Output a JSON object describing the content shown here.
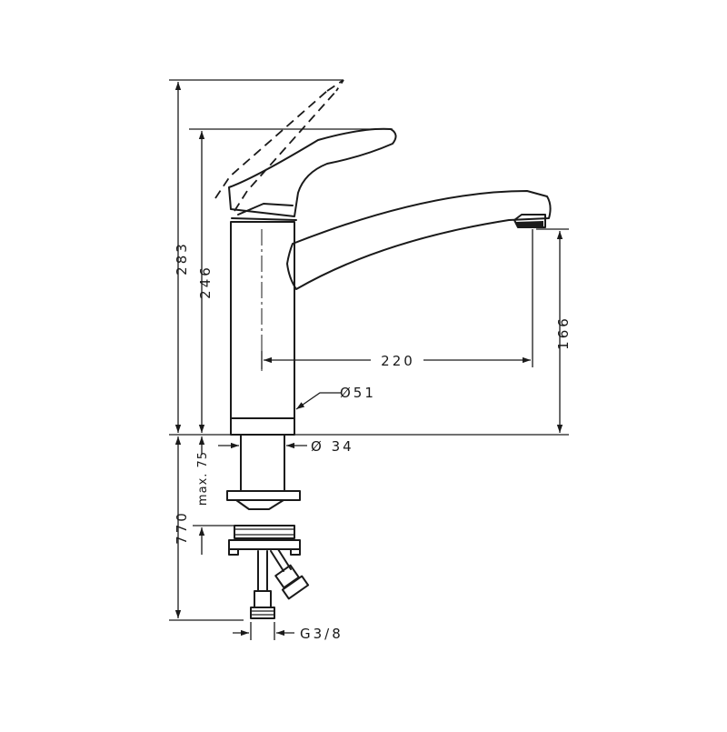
{
  "dimensions": {
    "total_height": "283",
    "body_height": "246",
    "spout_reach": "220",
    "spout_height": "166",
    "body_diameter": "Ø51",
    "shank_diameter": "Ø 34",
    "max_deck_thickness": "max. 75",
    "hose_length": "770",
    "connection_thread": "G3/8"
  }
}
